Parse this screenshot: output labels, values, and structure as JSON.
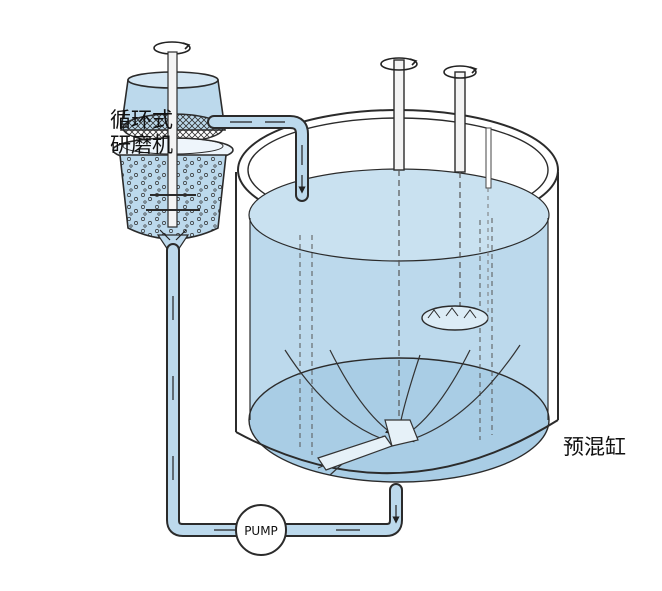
{
  "labels": {
    "mill_line1": "循环式",
    "mill_line2": "研磨机",
    "tank": "预混缸",
    "pump": "PUMP"
  },
  "colors": {
    "liquid": "#bcd9ec",
    "liquid_dark": "#93bedb",
    "outline": "#2b2b2b",
    "background": "#ffffff"
  },
  "icons": {
    "rotation": "rotation-arrow-icon"
  }
}
